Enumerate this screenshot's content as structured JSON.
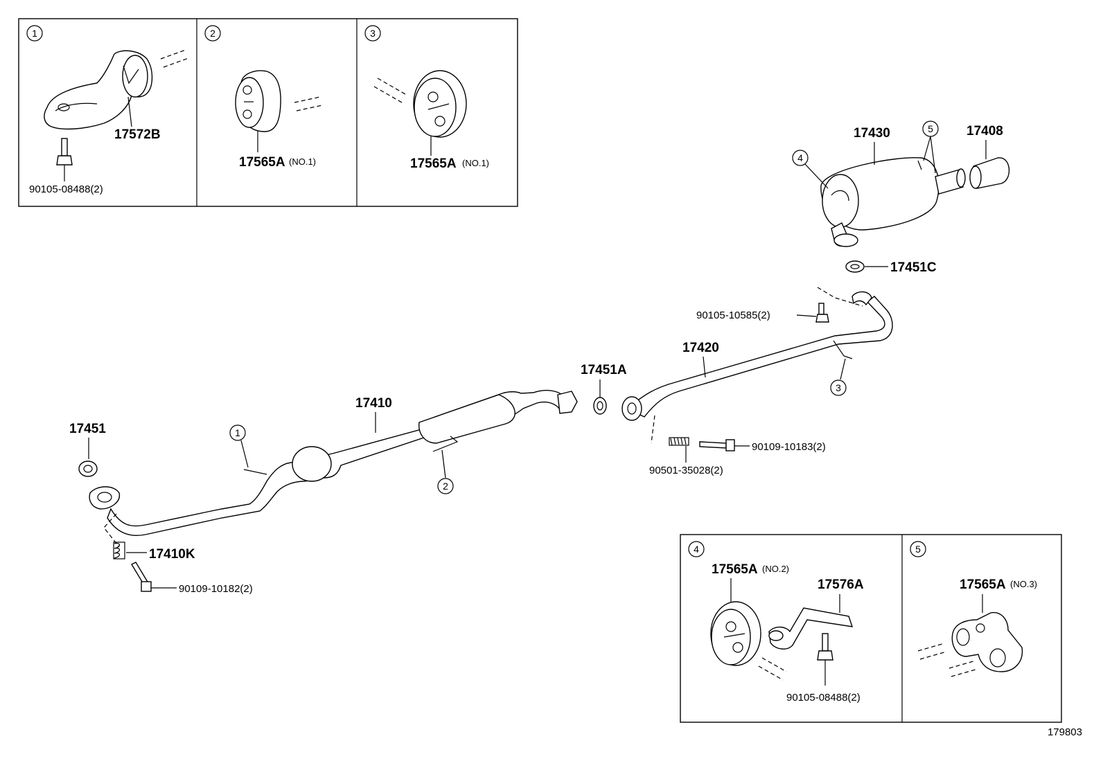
{
  "diagram_id": "179803",
  "insets": {
    "inset1": {
      "number": "1",
      "parts": {
        "bracket": "17572B",
        "bolt": "90105-08488(2)"
      }
    },
    "inset2": {
      "number": "2",
      "part": "17565A",
      "note": "(NO.1)"
    },
    "inset3": {
      "number": "3",
      "part": "17565A",
      "note": "(NO.1)"
    },
    "inset4": {
      "number": "4",
      "hanger": "17565A",
      "hanger_note": "(NO.2)",
      "bracket": "17576A",
      "bolt": "90105-08488(2)"
    },
    "inset5": {
      "number": "5",
      "part": "17565A",
      "note": "(NO.3)"
    }
  },
  "main": {
    "muffler": "17430",
    "tail_tip": "17408",
    "gasket_c": "17451C",
    "callout4": "4",
    "callout5": "5",
    "bolt_upper": "90105-10585(2)",
    "center_pipe": "17420",
    "callout3": "3",
    "gasket_a": "17451A",
    "bolt_center": "90109-10183(2)",
    "spring_center": "90501-35028(2)",
    "front_pipe": "17410",
    "callout1": "1",
    "callout2": "2",
    "gasket": "17451",
    "spring_front": "17410K",
    "bolt_front": "90109-10182(2)"
  }
}
